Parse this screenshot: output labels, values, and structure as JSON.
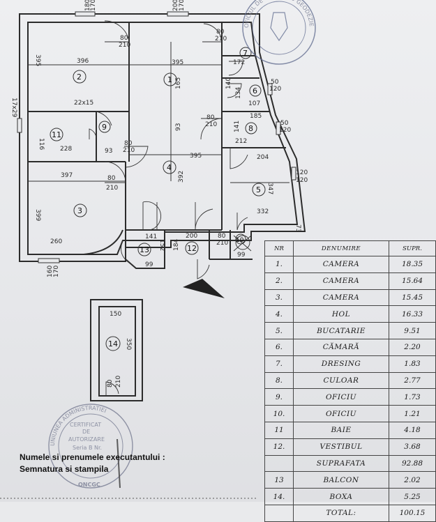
{
  "rooms": [
    {
      "nr": "1",
      "label": "1"
    },
    {
      "nr": "2",
      "label": "2"
    },
    {
      "nr": "3",
      "label": "3"
    },
    {
      "nr": "4",
      "label": "4"
    },
    {
      "nr": "5",
      "label": "5"
    },
    {
      "nr": "6",
      "label": "6"
    },
    {
      "nr": "7",
      "label": "7"
    },
    {
      "nr": "8",
      "label": "8"
    },
    {
      "nr": "9",
      "label": "9"
    },
    {
      "nr": "10",
      "label": "10"
    },
    {
      "nr": "11",
      "label": "11"
    },
    {
      "nr": "12",
      "label": "12"
    },
    {
      "nr": "13",
      "label": "13"
    },
    {
      "nr": "14",
      "label": "14"
    }
  ],
  "dimensions": {
    "d395a": "395",
    "d396": "396",
    "d395b": "395",
    "d165": "165",
    "d397": "397",
    "d399": "399",
    "d260": "260",
    "d228": "228",
    "d116": "116",
    "d93": "93",
    "d22x15": "22x15",
    "d17x29": "17x29",
    "d392": "392",
    "d395c": "395",
    "d212": "212",
    "d204": "204",
    "d347": "347",
    "d332": "332",
    "d141": "141",
    "d152": "152",
    "d99a": "99",
    "d99b": "99",
    "d200": "200",
    "d184": "184",
    "d150": "150",
    "d350": "350",
    "d172": "172",
    "d140": "140",
    "d107": "107",
    "d185": "185",
    "d141b": "141",
    "d134": "134",
    "d73": "73",
    "door80": "80",
    "door210": "210",
    "win50": "50",
    "win120": "120",
    "win170": "170",
    "win180": "180",
    "win200": "200",
    "win160": "160",
    "win100": "100"
  },
  "legend": {
    "header": {
      "nr": "NR",
      "name": "DENUMIRE",
      "area": "SUPR."
    },
    "rows": [
      {
        "nr": "1.",
        "name": "CAMERA",
        "area": "18.35"
      },
      {
        "nr": "2.",
        "name": "CAMERA",
        "area": "15.64"
      },
      {
        "nr": "3.",
        "name": "CAMERA",
        "area": "15.45"
      },
      {
        "nr": "4.",
        "name": "HOL",
        "area": "16.33"
      },
      {
        "nr": "5.",
        "name": "BUCATARIE",
        "area": "9.51"
      },
      {
        "nr": "6.",
        "name": "CĂMARĂ",
        "area": "2.20"
      },
      {
        "nr": "7.",
        "name": "DRESING",
        "area": "1.83"
      },
      {
        "nr": "8.",
        "name": "CULOAR",
        "area": "2.77"
      },
      {
        "nr": "9.",
        "name": "OFICIU",
        "area": "1.73"
      },
      {
        "nr": "10.",
        "name": "OFICIU",
        "area": "1.21"
      },
      {
        "nr": "11",
        "name": "BAIE",
        "area": "4.18"
      },
      {
        "nr": "12.",
        "name": "VESTIBUL",
        "area": "3.68"
      },
      {
        "nr": "",
        "name": "SUPRAFATA",
        "area": "92.88"
      },
      {
        "nr": "13",
        "name": "BALCON",
        "area": "2.02"
      },
      {
        "nr": "14.",
        "name": "BOXA",
        "area": "5.25"
      },
      {
        "nr": "",
        "name": "TOTAL:",
        "area": "100.15"
      }
    ]
  },
  "signature": {
    "line1": "Numele si prenumele executantului :",
    "line2": "Semnatura si stampila"
  },
  "stamps": {
    "top_text": "OFICIUL DE CADASTRU GEODEZIE SI CARTOGRAFIE",
    "bottom_ring": "UNIUNEA ADMINISTRATIEI",
    "bottom_l1": "CERTIFICAT",
    "bottom_l2": "DE",
    "bottom_l3": "AUTORIZARE",
    "bottom_l4": "Seria B Nr.",
    "bottom_l5": "ONCGC"
  }
}
